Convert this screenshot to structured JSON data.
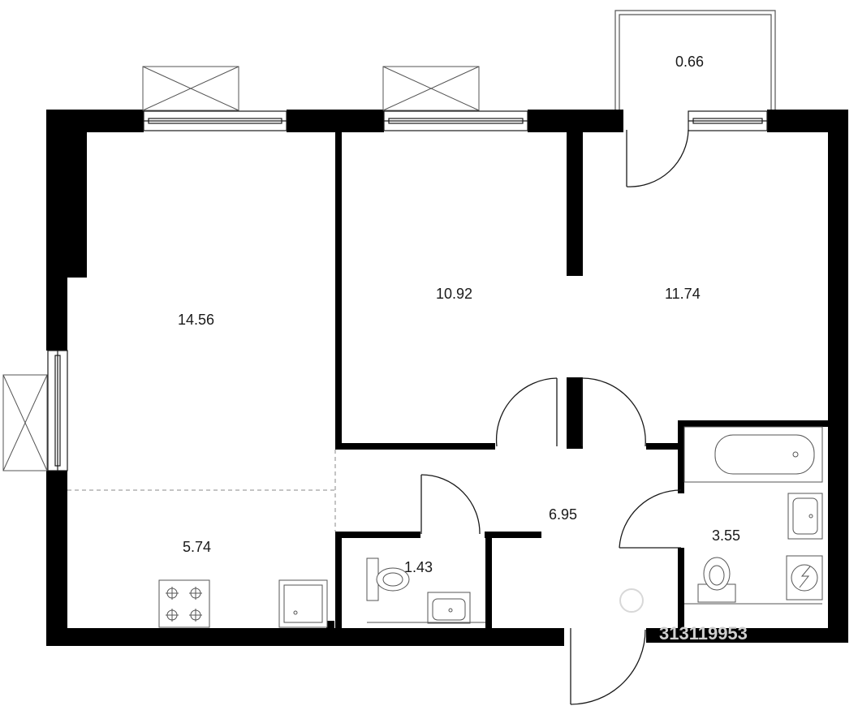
{
  "rooms": {
    "living_room": {
      "area": "14.56"
    },
    "bedroom_middle": {
      "area": "10.92"
    },
    "bedroom_right": {
      "area": "11.74"
    },
    "kitchen": {
      "area": "5.74"
    },
    "balcony": {
      "area": "0.66"
    },
    "hallway": {
      "area": "6.95"
    },
    "toilet": {
      "area": "1.43"
    },
    "bathroom": {
      "area": "3.55"
    }
  },
  "watermark": {
    "text": "313119953"
  },
  "colors": {
    "wall": "#000000",
    "line": "#1a1a1a",
    "fixture": "#555555",
    "background": "#ffffff"
  }
}
